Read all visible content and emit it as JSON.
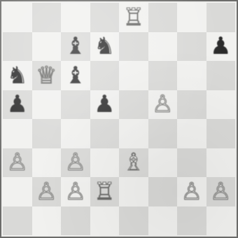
{
  "board": {
    "light_color": "#f1f1ef",
    "dark_color": "#d9d9d7",
    "white_piece_color": "#f6f6f4",
    "black_piece_color": "#2a2a2a",
    "ranks": [
      [
        "",
        "",
        "",
        "",
        "wR",
        "",
        "",
        ""
      ],
      [
        "",
        "",
        "bB",
        "bN",
        "",
        "",
        "",
        "bP"
      ],
      [
        "bN",
        "wQ",
        "bB",
        "",
        "",
        "",
        "",
        ""
      ],
      [
        "bP",
        "",
        "",
        "bP",
        "",
        "wP",
        "",
        ""
      ],
      [
        "",
        "",
        "",
        "",
        "",
        "",
        "",
        ""
      ],
      [
        "wP",
        "",
        "wP",
        "",
        "wB",
        "",
        "",
        ""
      ],
      [
        "",
        "wP",
        "wP",
        "wR",
        "",
        "",
        "wP",
        "wP"
      ],
      [
        "",
        "",
        "",
        "",
        "",
        "",
        "",
        ""
      ]
    ]
  },
  "glyphs": {
    "wK": "♔",
    "wQ": "♕",
    "wR": "♖",
    "wB": "♗",
    "wN": "♘",
    "wP": "♙",
    "bK": "♚",
    "bQ": "♛",
    "bR": "♜",
    "bB": "♝",
    "bN": "♞",
    "bP": "♟"
  },
  "names": {
    "K": "king",
    "Q": "queen",
    "R": "rook",
    "B": "bishop",
    "N": "knight",
    "P": "pawn"
  }
}
